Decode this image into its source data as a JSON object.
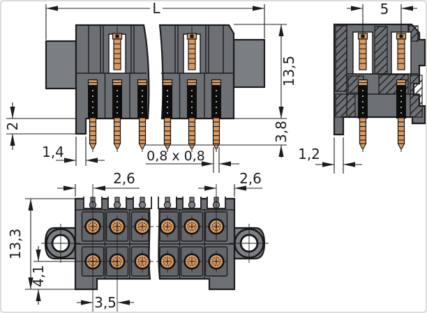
{
  "drawing": {
    "background": "#ffffff",
    "line_color": "#1c1c1c",
    "body_color": "#6d7075",
    "flange_color": "#7b7e83",
    "cell_color": "#63666b",
    "pin_copper_color": "#d89a62",
    "slot_color": "#0d0d0d"
  },
  "dimensions": {
    "total_length": "L",
    "housing_height": "13,5",
    "pin_length_below_board": "3,8",
    "base_height": "2",
    "foot_width": "1,4",
    "pin_cross_section": "0,8 x 0,8",
    "pin_row_spacing": "5",
    "wall_width": "1,2",
    "edge_to_pin_left": "2,6",
    "edge_to_pin_right": "2,6",
    "housing_depth": "13,3",
    "pin_row_to_edge": "4,1",
    "pin_pitch": "3,5"
  }
}
